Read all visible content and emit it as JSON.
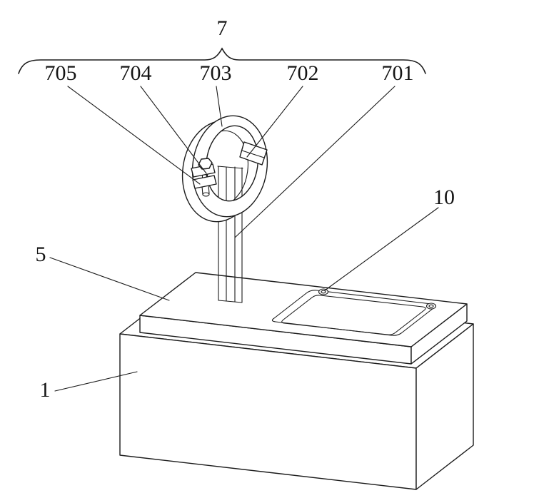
{
  "figure": {
    "background": "#ffffff",
    "line_color": "#1b1b1b",
    "callouts": {
      "c7": "7",
      "c705": "705",
      "c704": "704",
      "c703": "703",
      "c702": "702",
      "c701": "701",
      "c10": "10",
      "c5": "5",
      "c1": "1"
    }
  }
}
